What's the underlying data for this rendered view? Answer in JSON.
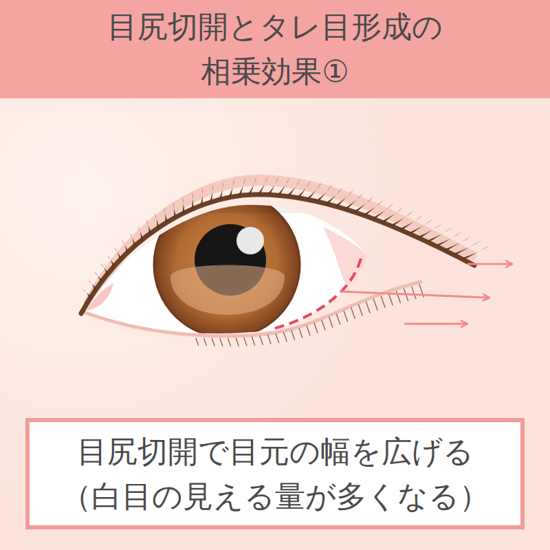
{
  "diagram": {
    "title": "目尻切開とタレ目形成の 相乗効果①",
    "nodes": [
      {
        "text": [
          "目尻切開で目元の幅を広げる",
          "（白目の見える量が多くなる）"
        ]
      }
    ]
  }
}
